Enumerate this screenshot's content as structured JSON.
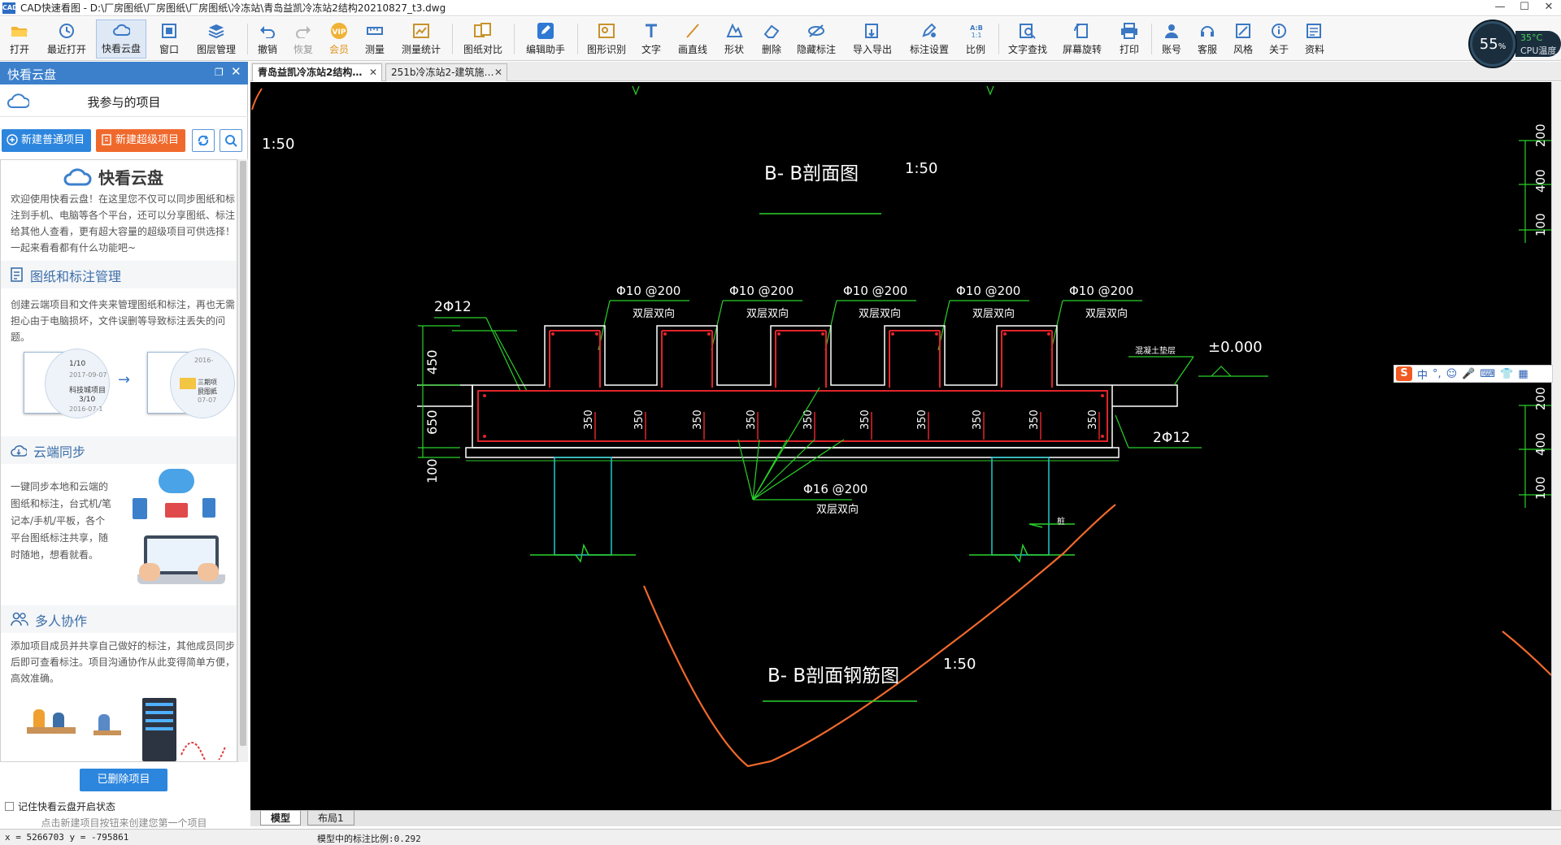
{
  "window": {
    "app_icon_text": "CAD",
    "title": "CAD快速看图 - D:\\厂房图纸\\厂房图纸\\厂房图纸\\冷冻站\\青岛益凯冷冻站2结构20210827_t3.dwg",
    "controls": [
      "—",
      "☐",
      "✕"
    ]
  },
  "toolbar": {
    "items": [
      {
        "label": "打开",
        "icon": "folder-open-icon"
      },
      {
        "label": "最近打开",
        "icon": "recent-icon"
      },
      {
        "label": "快看云盘",
        "icon": "cloud-icon"
      },
      {
        "label": "窗口",
        "icon": "window-icon"
      },
      {
        "label": "图层管理",
        "icon": "layers-icon"
      },
      {
        "label": "撤销",
        "icon": "undo-icon"
      },
      {
        "label": "恢复",
        "icon": "redo-icon"
      },
      {
        "label": "会员",
        "icon": "vip-icon",
        "badge": "VIP"
      },
      {
        "label": "测量",
        "icon": "measure-icon"
      },
      {
        "label": "测量统计",
        "icon": "measure-stats-icon"
      },
      {
        "label": "图纸对比",
        "icon": "compare-icon"
      },
      {
        "label": "编辑助手",
        "icon": "edit-assistant-icon"
      },
      {
        "label": "图形识别",
        "icon": "shape-recognize-icon"
      },
      {
        "label": "文字",
        "icon": "text-icon"
      },
      {
        "label": "画直线",
        "icon": "line-icon"
      },
      {
        "label": "形状",
        "icon": "shape-icon"
      },
      {
        "label": "删除",
        "icon": "delete-icon"
      },
      {
        "label": "隐藏标注",
        "icon": "hide-annotation-icon"
      },
      {
        "label": "导入导出",
        "icon": "import-export-icon"
      },
      {
        "label": "标注设置",
        "icon": "annotation-settings-icon"
      },
      {
        "label": "比例",
        "icon": "scale-icon",
        "badge": "A:B 1:1"
      },
      {
        "label": "文字查找",
        "icon": "text-search-icon"
      },
      {
        "label": "屏幕旋转",
        "icon": "rotate-icon"
      },
      {
        "label": "打印",
        "icon": "print-icon"
      },
      {
        "label": "账号",
        "icon": "account-icon"
      },
      {
        "label": "客服",
        "icon": "headset-icon"
      },
      {
        "label": "风格",
        "icon": "style-icon"
      },
      {
        "label": "关于",
        "icon": "info-icon"
      },
      {
        "label": "资料",
        "icon": "docs-icon"
      }
    ]
  },
  "cpu": {
    "percent": "55",
    "percent_sign": "%",
    "temp": "35°C",
    "label": "CPU温度"
  },
  "left_panel": {
    "header": "快看云盘",
    "subheader": "我参与的项目",
    "btn_new_normal": "新建普通项目",
    "btn_new_super": "新建超级项目",
    "promo_title": "快看云盘",
    "intro": "欢迎使用快看云盘！在这里您不仅可以同步图纸和标注到手机、电脑等各个平台，还可以分享图纸、标注给其他人查看，更有超大容量的超级项目可供选择！一起来看看都有什么功能吧~",
    "sections": [
      {
        "title": "图纸和标注管理",
        "icon": "document-icon",
        "text": "创建云端项目和文件夹来管理图纸和标注，再也无需担心由于电脑损坏，文件误删等导致标注丢失的问题。"
      },
      {
        "title": "云端同步",
        "icon": "cloud-sync-icon",
        "text": "一键同步本地和云端的图纸和标注，台式机/笔记本/手机/平板，各个平台图纸标注共享，随时随地，想看就看。"
      },
      {
        "title": "多人协作",
        "icon": "people-icon",
        "text": "添加项目成员并共享自己做好的标注，其他成员同步后即可查看标注。项目沟通协作从此变得简单方便，高效准确。"
      }
    ],
    "illus_labels": [
      "1/10",
      "2017-09-07",
      "科技城项目",
      "3/10",
      "2016-07-1",
      "三期项目图纸",
      "2016-",
      "2017-07-07"
    ],
    "btn_deleted": "已删除项目",
    "remember_label": "记住快看云盘开启状态",
    "hint": "点击新建项目按钮来创建您第一个项目"
  },
  "doc_tabs": [
    {
      "label": "青岛益凯冷冻站2结构…",
      "active": true
    },
    {
      "label": "251b冷冻站2-建筑施…",
      "active": false
    }
  ],
  "drawing": {
    "scale_main": "1:50",
    "title1": "B- B剖面图",
    "title1_scale": "1:50",
    "title2": "B- B剖面钢筋图",
    "title2_scale": "1:50",
    "rebar_top": "Φ10 @200",
    "rebar_top_sub": "双层双向",
    "rebar_bottom": "Φ16 @200",
    "rebar_bottom_sub": "双层双向",
    "left_bar": "2Φ12",
    "right_bar": "2Φ12",
    "level": "±0.000",
    "level_note": "混凝土垫层",
    "dims_left": [
      "450",
      "650",
      "100"
    ],
    "dims_inner": "350",
    "dims_right": [
      "200",
      "400",
      "100",
      "200",
      "400",
      "100"
    ],
    "pile_note": "桩"
  },
  "ime": {
    "logo": "S",
    "items": [
      "中",
      "°,",
      "☺",
      "🎤",
      "⌨",
      "👕",
      "▦"
    ]
  },
  "layout_tabs": [
    "模型",
    "布局1"
  ],
  "status": {
    "coords": "x = 5266703  y = -795861",
    "scale_info": "模型中的标注比例:0.292"
  },
  "colors": {
    "accent": "#3c80cc",
    "orange": "#f0692c",
    "cad_green": "#2ad12a",
    "cad_red": "#e0242a",
    "cad_cyan": "#22c8c8"
  }
}
